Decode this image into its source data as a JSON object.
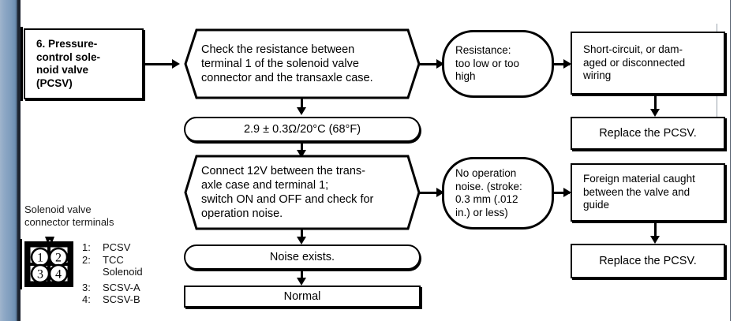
{
  "diagram": {
    "title_node": {
      "label": "6. Pressure-\ncontrol sole-\nnoid valve\n(PCSV)"
    },
    "steps": [
      {
        "id": "check-resistance",
        "shape": "chevron",
        "label": "Check the resistance between\nterminal 1 of the solenoid valve\nconnector and the transaxle case."
      },
      {
        "id": "resistance-spec",
        "shape": "stadium",
        "label": "2.9 ± 0.3Ω/20°C (68°F)"
      },
      {
        "id": "connect-12v",
        "shape": "chevron",
        "label": "Connect 12V between the trans-\naxle case and terminal 1;\nswitch ON and OFF and check for\noperation noise."
      },
      {
        "id": "noise-exists",
        "shape": "stadium",
        "label": "Noise exists."
      },
      {
        "id": "normal",
        "shape": "rect",
        "label": "Normal"
      }
    ],
    "conditions": [
      {
        "id": "resistance-bad",
        "shape": "oval",
        "label": "Resistance:\ntoo low or too\nhigh"
      },
      {
        "id": "no-operation-noise",
        "shape": "oval",
        "label": "No operation\nnoise. (stroke:\n0.3 mm (.012\nin.) or less)"
      }
    ],
    "causes": [
      {
        "id": "short-circuit",
        "shape": "rect",
        "label": "Short-circuit, or dam-\naged or disconnected\nwiring"
      },
      {
        "id": "foreign-material",
        "shape": "rect",
        "label": "Foreign material caught\nbetween the valve and\nguide"
      }
    ],
    "remedies": [
      {
        "id": "replace-pcsv-1",
        "shape": "rect",
        "label": "Replace the PCSV."
      },
      {
        "id": "replace-pcsv-2",
        "shape": "rect",
        "label": "Replace the PCSV."
      }
    ]
  },
  "legend": {
    "title": "Solenoid valve\nconnector terminals",
    "connector": {
      "pins": [
        "1",
        "2",
        "3",
        "4"
      ]
    },
    "entries": [
      {
        "num": "1:",
        "label": "PCSV"
      },
      {
        "num": "2:",
        "label": "TCC\nSolenoid"
      },
      {
        "num": "3:",
        "label": "SCSV-A"
      },
      {
        "num": "4:",
        "label": "SCSV-B"
      }
    ]
  },
  "colors": {
    "ink": "#000000",
    "paper": "#ffffff",
    "edge_blue": "#7e9cbd",
    "edge_dark": "#1d2430"
  }
}
